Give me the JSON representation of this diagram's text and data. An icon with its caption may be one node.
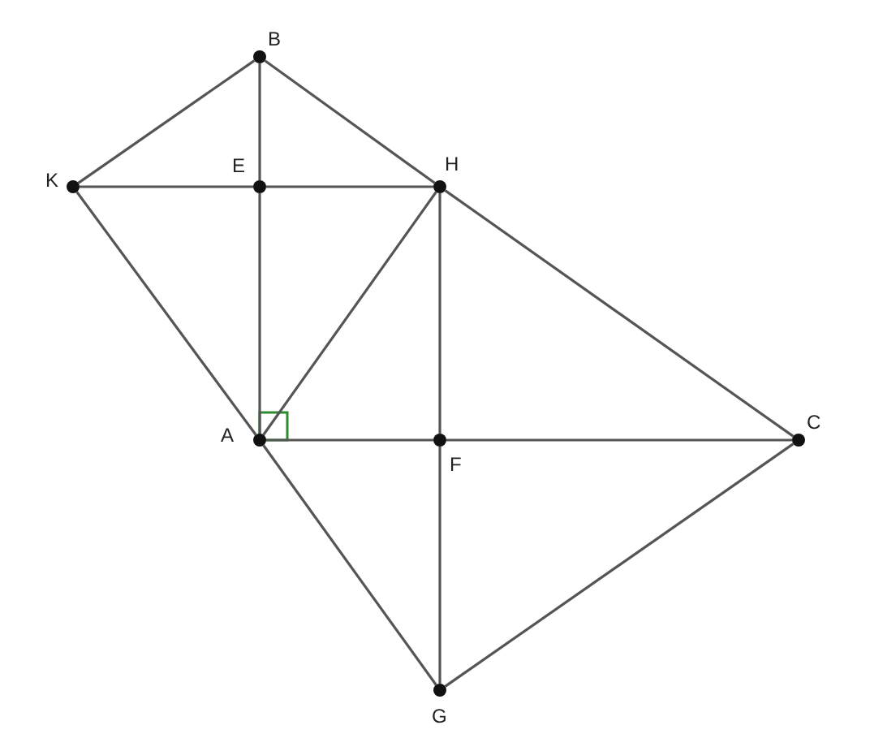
{
  "diagram": {
    "nodes": [
      {
        "text": [
          "B"
        ]
      },
      {
        "text": [
          "K"
        ]
      },
      {
        "text": [
          "E"
        ]
      },
      {
        "text": [
          "H"
        ]
      },
      {
        "text": [
          "A"
        ]
      },
      {
        "text": [
          "F"
        ]
      },
      {
        "text": [
          "C"
        ]
      },
      {
        "text": [
          "G"
        ]
      }
    ],
    "edges": [
      {
        "from": 0,
        "to": 1,
        "arrow": "none"
      },
      {
        "from": 0,
        "to": 2,
        "arrow": "none"
      },
      {
        "from": 0,
        "to": 3,
        "arrow": "none"
      },
      {
        "from": 1,
        "to": 2,
        "arrow": "none"
      },
      {
        "from": 2,
        "to": 3,
        "arrow": "none"
      },
      {
        "from": 1,
        "to": 4,
        "arrow": "none"
      },
      {
        "from": 2,
        "to": 4,
        "arrow": "none"
      },
      {
        "from": 4,
        "to": 3,
        "arrow": "none"
      },
      {
        "from": 3,
        "to": 5,
        "arrow": "none"
      },
      {
        "from": 3,
        "to": 6,
        "arrow": "none"
      },
      {
        "from": 4,
        "to": 5,
        "arrow": "none"
      },
      {
        "from": 5,
        "to": 6,
        "arrow": "none"
      },
      {
        "from": 4,
        "to": 7,
        "arrow": "none"
      },
      {
        "from": 5,
        "to": 7,
        "arrow": "none"
      },
      {
        "from": 7,
        "to": 6,
        "arrow": "none"
      }
    ]
  }
}
